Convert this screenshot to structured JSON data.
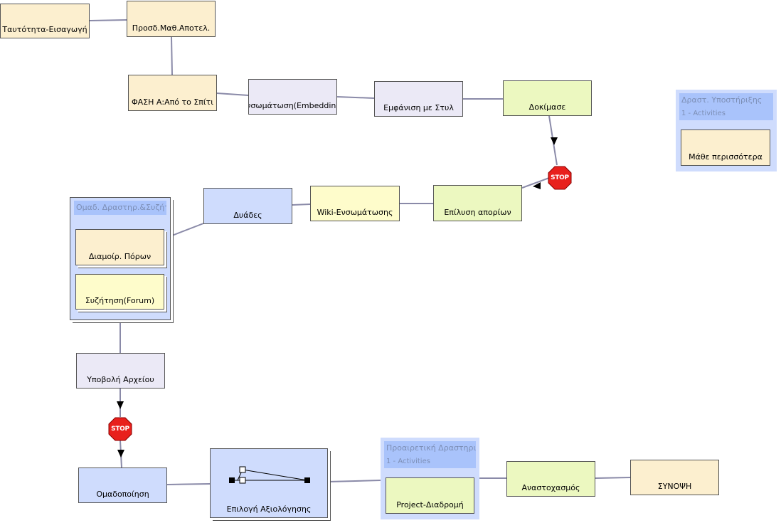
{
  "nodes": {
    "n1": "Ταυτότητα-Εισαγωγή",
    "n2": "Προσδ.Μαθ.Αποτελ.",
    "n3": "ΦΑΣΗ Α:Από το Σπίτι",
    "n4": "Ενσωμάτωση(Embedding)",
    "n5": "Εμφάνιση με Στυλ",
    "n6": "Δοκίμασε",
    "n7": "Επίλυση απορίων",
    "n8": "Wiki-Ενσωμάτωσης",
    "n9": "Δυάδες",
    "n10": "Υποβολή Αρχείου",
    "n11": "Ομαδοποίηση",
    "n12": "Επιλογή Αξιολόγησης",
    "n13": "Αναστοχασμός",
    "n14": "ΣΥΝΟΨΗ"
  },
  "groups": {
    "support": {
      "title": "Δραστ. Υποστήριξης",
      "subtitle": "1 - Activities",
      "child": "Μάθε περισσότερα"
    },
    "group_activity": {
      "title": "Ομαδ. Δραστηρ.&Συζήτ.",
      "child1": "Διαμοίρ. Πόρων",
      "child2": "Συζήτηση(Forum)"
    },
    "optional": {
      "title": "Προαιρετική Δραστηρι",
      "subtitle": "1 - Activities",
      "child": "Project-Διαδρομή"
    }
  },
  "stops": {
    "stop1": "STOP",
    "stop2": "STOP"
  }
}
